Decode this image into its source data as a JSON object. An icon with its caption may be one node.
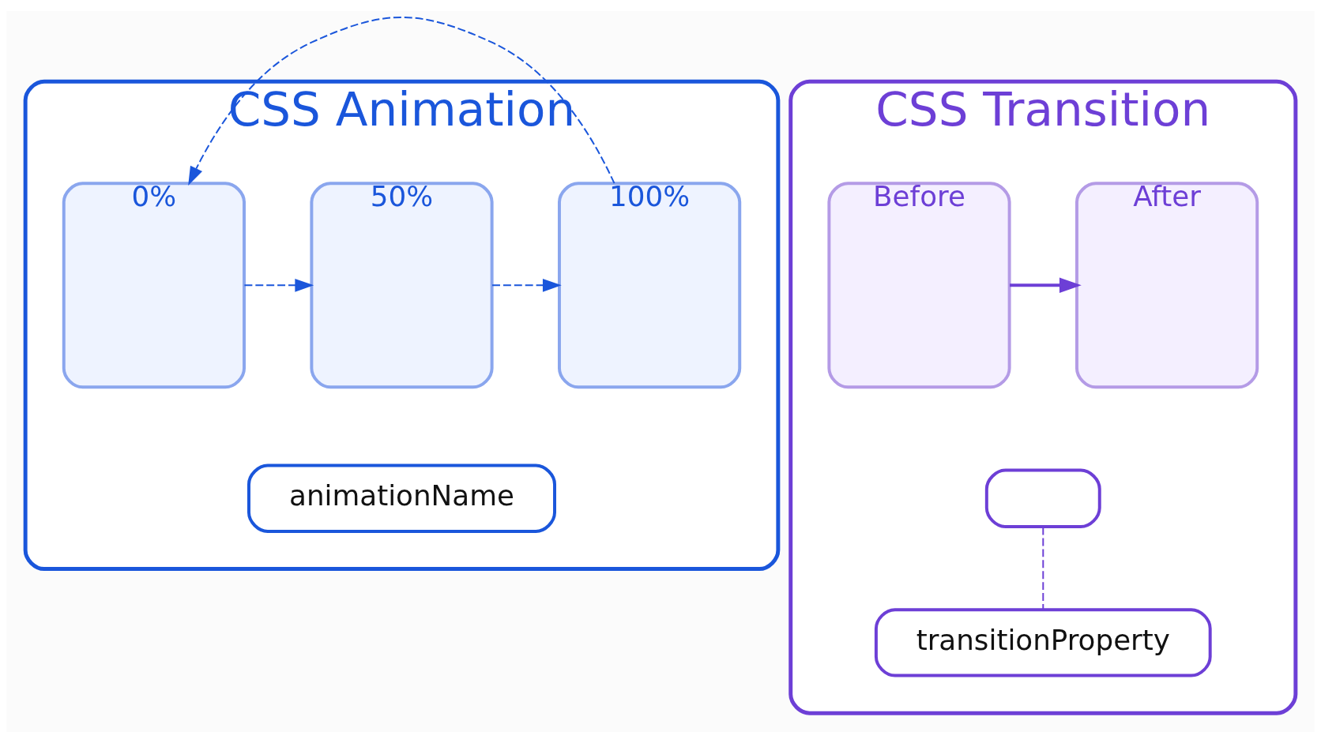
{
  "diagram": {
    "nodes": [
      {
        "text": [
          "CSS Animation"
        ]
      },
      {
        "text": [
          "0%"
        ],
        "in": 0
      },
      {
        "text": [
          "50%"
        ],
        "in": 0
      },
      {
        "text": [
          "100%"
        ],
        "in": 0
      },
      {
        "text": [
          "animationName"
        ],
        "in": 0
      },
      {
        "text": [
          "CSS Transition"
        ]
      },
      {
        "text": [
          "Before"
        ],
        "in": 5
      },
      {
        "text": [
          "After"
        ],
        "in": 5
      },
      {
        "text": [],
        "shape": "toggle",
        "in": 5
      },
      {
        "text": [
          "transitionProperty"
        ],
        "in": 5
      }
    ],
    "edges": [
      {
        "from": 1,
        "to": 2,
        "arrow": "to",
        "style": "dashed"
      },
      {
        "from": 2,
        "to": 3,
        "arrow": "to",
        "style": "dashed"
      },
      {
        "from": 3,
        "to": 1,
        "arrow": "to",
        "style": "dashed"
      },
      {
        "from": 6,
        "to": 7,
        "arrow": "to",
        "color": "#6d3fd6"
      },
      {
        "from": 8,
        "to": 9,
        "arrow": "none",
        "style": "dashed",
        "color": "#6d3fd6"
      }
    ]
  }
}
